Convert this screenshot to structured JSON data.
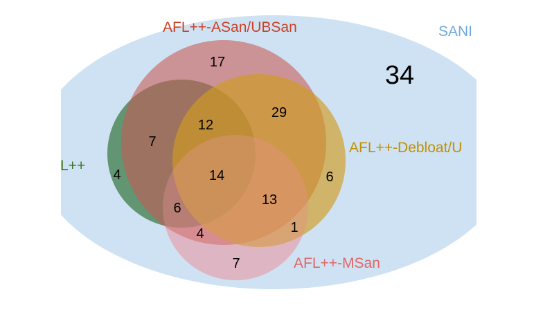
{
  "sets": [
    {
      "id": "sand",
      "label": "SANI",
      "color": "#cfe2f3"
    },
    {
      "id": "aflpp",
      "label": "L++",
      "color": "#538a5e"
    },
    {
      "id": "asan",
      "label": "AFL++-ASan/UBSan",
      "color": "#c95a55"
    },
    {
      "id": "debloat",
      "label": "AFL++-Debloat/U",
      "color": "#d09b1e"
    },
    {
      "id": "msan",
      "label": "AFL++-MSan",
      "color": "#e69aa6"
    }
  ],
  "label_colors": {
    "sand": "#6fa8dc",
    "aflpp": "#38761d",
    "asan": "#cc4125",
    "debloat": "#bf9000",
    "msan": "#e06666"
  },
  "counts": {
    "sand_only": "34",
    "asan_only": "17",
    "aflpp_asan": "7",
    "aflpp_asan_debloat": "12",
    "asan_debloat": "29",
    "aflpp_only": "4",
    "all_four": "14",
    "asan_debloat_msan": "13",
    "debloat_only": "6",
    "aflpp_asan_msan": "6",
    "asan_msan": "4",
    "debloat_msan": "1",
    "msan_only": "7"
  }
}
